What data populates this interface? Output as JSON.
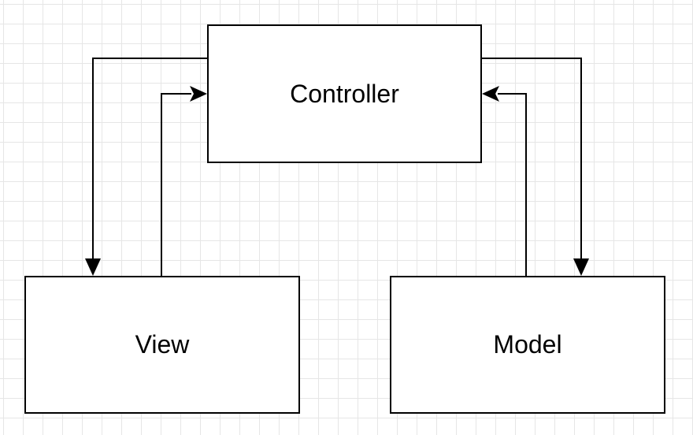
{
  "diagram": {
    "nodes": {
      "controller": {
        "label": "Controller"
      },
      "view": {
        "label": "View"
      },
      "model": {
        "label": "Model"
      }
    },
    "edges": [
      {
        "from": "controller",
        "to": "view"
      },
      {
        "from": "view",
        "to": "controller"
      },
      {
        "from": "controller",
        "to": "model"
      },
      {
        "from": "model",
        "to": "controller"
      }
    ]
  }
}
